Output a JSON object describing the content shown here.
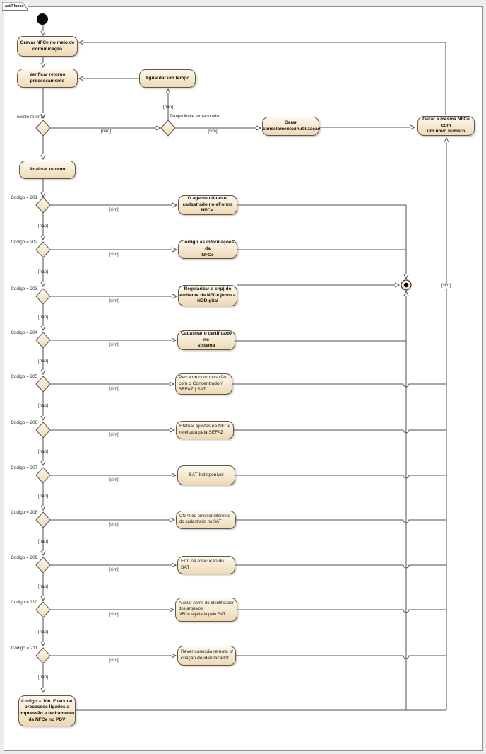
{
  "diagram": {
    "frame_label": "act Fluxos",
    "colors": {
      "node_fill_top": "#fdf9ee",
      "node_fill_bottom": "#eed9b4",
      "node_border": "#60584d",
      "connector": "#4f4f4f",
      "frame_border": "#8f8f8f",
      "text": "#1c1c1c"
    }
  },
  "activities": {
    "gravar": {
      "label": "Gravar NFCe no meio de\ncomunicação"
    },
    "verificar": {
      "label": "Verificar retorno\nprocessamento"
    },
    "aguardar": {
      "label": "Aguardar um tempo"
    },
    "gerar_cancel": {
      "label": "Gerar\ncancelamento/inutilização"
    },
    "gerar_mesma": {
      "label": "Gerar a mesma NFCe com\num novo numero"
    },
    "analisar": {
      "label": "Analisar retorno"
    },
    "a201": {
      "label": "O agente não está\ncadastrado no eForms\nNFCe."
    },
    "a202": {
      "label": "Corrigir as informações da\nNFCe"
    },
    "a203": {
      "label": "Regularizar o cnpj do\nemitente da NFCe junto a\nNDDigital"
    },
    "a204": {
      "label": "Cadastrar o certificado no\nsistema"
    },
    "a205": {
      "label": "Perca de comunicação\ncom o Concentrador/\nSEFAZ | SAT"
    },
    "a206": {
      "label": "Efetuar ajustes na NFCe\nrejeitada pela SEFAZ"
    },
    "a207": {
      "label": "SAT Indisponível"
    },
    "a208": {
      "label": "CNPJ do emissor diferente\ndo cadastrado no SAT"
    },
    "a209": {
      "label": "Erro na execução do SAT"
    },
    "a210": {
      "label": "Ajustar nome do Identificador\ndos arquivos\nNFCe rejeitada pelo SAT"
    },
    "a211": {
      "label": "Rever conexão remota p/\ncriação do identificador"
    },
    "a100": {
      "label": "Codigo = 100. Executar\nprocessos ligados a\nimpressão e fechamento\nda NFCe no PDV"
    }
  },
  "decisions": {
    "existe": {
      "label": "Existe retorno"
    },
    "tempo": {
      "label": "Tempo limite extrapolado"
    },
    "c201": {
      "label": "Codigo = 201"
    },
    "c202": {
      "label": "Codigo = 202"
    },
    "c203": {
      "label": "Codigo = 203"
    },
    "c204": {
      "label": "Codigo = 204"
    },
    "c205": {
      "label": "Codigo = 205"
    },
    "c206": {
      "label": "Codigo = 206"
    },
    "c207": {
      "label": "Codigo = 207"
    },
    "c208": {
      "label": "Codigo = 208"
    },
    "c209": {
      "label": "Codigo = 209"
    },
    "c210": {
      "label": "Codigo = 210"
    },
    "c211": {
      "label": "Codigo = 211"
    }
  },
  "edge_labels": {
    "sim": "[sim]",
    "nao": "[nao]",
    "nao_accent": "[não]"
  }
}
